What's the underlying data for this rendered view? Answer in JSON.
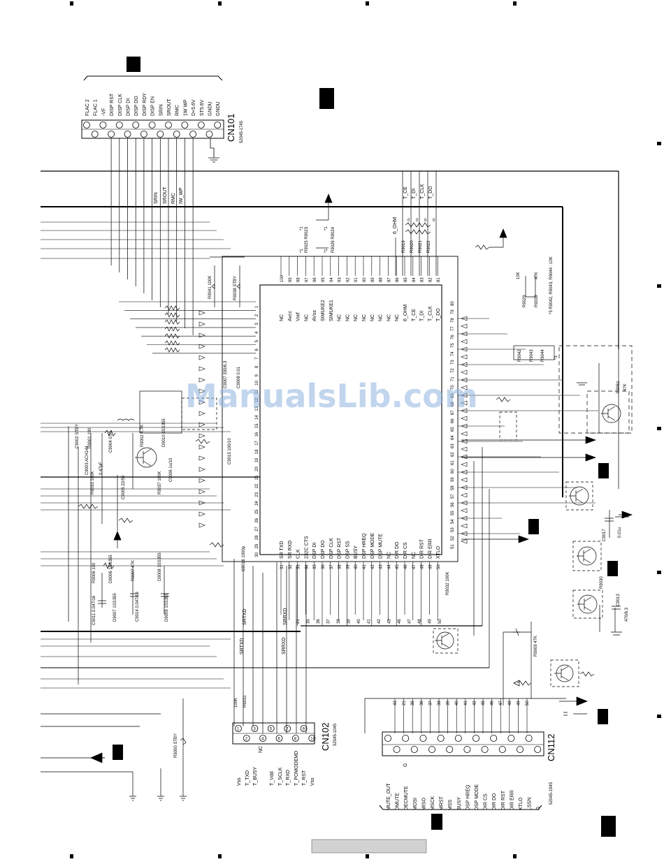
{
  "watermark": "ManualsLib.com",
  "connectors": {
    "cn101": {
      "name": "CN101",
      "part": "52045-1745",
      "pins": [
        "FLAC 2",
        "FLAC 1",
        "-VF",
        "DISP RST",
        "DISP CLK",
        "DISP DI",
        "DISP DO",
        "DISP RDY",
        "DISP EN",
        "SRIN",
        "SROUT",
        "RMC",
        "1W WP",
        "D+5.6V",
        "ST5.6V",
        "GNDU",
        "GNDU"
      ]
    },
    "cn102": {
      "name": "CN102",
      "part": "52045-1045",
      "pins": [
        "Vss",
        "T_TXD",
        "T_BUSY",
        "T_Vdd",
        "T_SCLK",
        "T_RXD",
        "T_POMODEMD",
        "T_RST",
        "Vss"
      ],
      "nc": "NC",
      "resistor": "100K",
      "resistor_ref": "R9031"
    },
    "cn112": {
      "name": "CN112",
      "part": "52045-1945",
      "pins": [
        "MUTE_OUT",
        "DMUTE",
        "DECMUTE",
        "MOSI",
        "MISO",
        "MSCK",
        "MRST",
        "MSS",
        "BUSY",
        "DSP HREQ",
        "DSP MODE",
        "DIR CS",
        "DIR DO",
        "DIR RST",
        "DIR ERR",
        "XTLO",
        "LSSN",
        "G"
      ],
      "g_label": "G",
      "pin_numbers": [
        "43",
        "21",
        "35",
        "36",
        "37",
        "38",
        "39",
        "40",
        "41",
        "42",
        "45",
        "46",
        "47",
        "48",
        "49",
        "50"
      ]
    }
  },
  "ic": {
    "left_labels": [
      "SR TXD",
      "SR RXD",
      "CLK",
      "232C CTS",
      "DSP DI",
      "DSP DO",
      "DSP CLK",
      "DSP RST",
      "DSP SS",
      "BUSY",
      "DSP HREQ",
      "DSP MODE",
      "DSP MUTE",
      "NC",
      "DIR DO",
      "DIR CS",
      "NC",
      "DIR RST",
      "DIR ERR",
      "XTLO"
    ],
    "top_labels": [
      "NC",
      "Avcc",
      "Vref",
      "NC",
      "AVss",
      "SIMUKE2",
      "SIMUKE1",
      "NC",
      "NC",
      "NC",
      "NC",
      "NC",
      "NC",
      "NC",
      "NC",
      "6_OHM",
      "T_CE",
      "T_DI",
      "T_CLK",
      "T_DO"
    ],
    "top_pins": [
      "100",
      "99",
      "98",
      "97",
      "96",
      "95",
      "94",
      "93",
      "92",
      "91",
      "90",
      "89",
      "88",
      "87",
      "86",
      "85",
      "84",
      "83",
      "82",
      "81"
    ],
    "left_pins": [
      "1",
      "2",
      "3",
      "4",
      "5",
      "6",
      "7",
      "8",
      "9",
      "10",
      "11",
      "12",
      "13",
      "14",
      "15",
      "16",
      "17",
      "18",
      "19",
      "20",
      "21",
      "22",
      "23",
      "24",
      "25",
      "26",
      "27",
      "28",
      "29",
      "30"
    ],
    "bottom_pins": [
      "31",
      "32",
      "33",
      "34",
      "35",
      "36",
      "37",
      "38",
      "39",
      "40",
      "41",
      "42",
      "43",
      "44",
      "45",
      "46",
      "47",
      "48",
      "49",
      "50"
    ],
    "right_pins": [
      "80",
      "79",
      "78",
      "77",
      "76",
      "75",
      "74",
      "73",
      "72",
      "71",
      "70",
      "69",
      "68",
      "67",
      "66",
      "65",
      "64",
      "63",
      "62",
      "61",
      "60",
      "59",
      "58",
      "57",
      "56",
      "55",
      "54",
      "53",
      "52",
      "51"
    ]
  },
  "nets": {
    "srin": "SRIN",
    "srout": "SROUT",
    "rmc": "RMC",
    "iw_wp": "IW_WP",
    "srtxd": "SRTXD",
    "srrxd": "SRRXD",
    "six_ohm": "6_OHM",
    "t_ce": "T_CE",
    "t_di": "T_DI",
    "t_clk": "T_CLK",
    "t_do": "T_DO",
    "bus_numbers": [
      "21",
      "35",
      "36",
      "37",
      "38",
      "39",
      "40",
      "41",
      "42",
      "45",
      "46",
      "47",
      "48",
      "49",
      "50"
    ]
  },
  "components": {
    "r9041": "R9041 100K",
    "r9038": "R9038 STBY",
    "r9025": "R9025 R9023",
    "r9026": "R9026 R9024",
    "r9019": "R9019",
    "r9020": "R9020",
    "r9021": "R9021",
    "r9022": "R9022",
    "zero": "0",
    "r9029": "R9029",
    "r9039": "R9039",
    "r9029_val": "10K",
    "r9039_val": "47K",
    "note": "*3 R9042, R9043, R9044 : 10K",
    "star1": "*1",
    "star3": "*3",
    "r9042": "R9042",
    "r9043": "R9043",
    "r9044": "R9044",
    "r9061": "R9061",
    "r9061_val": "47K",
    "c9007": "C9007 330/6.3",
    "c9008": "C9008 0.01",
    "c9002": "C9002 STBY",
    "r9001": "R9001 100",
    "c9004": "C9004 0.01",
    "c9003": "C9003 ACH144",
    "c9003_val": "0.47pF",
    "r9002": "R9002 4.7K",
    "d9010": "D9010 1SS355",
    "c9015": "C9015 100/10",
    "r9033": "R9033 100K",
    "c9005": "C9005 22/50",
    "r9037": "R9037 100K",
    "c9006": "C9006 1u/10",
    "c9016": "C9016 1000p",
    "r9006": "R9006 100",
    "d9006": "D9006 1SS355",
    "r9007": "R9007 47K",
    "d9008": "D9008 1SS355",
    "c9011": "C9011 0.047/16",
    "d9007": "D9007 1SS355",
    "c9014": "C9014 0.047/16",
    "d9009": "D9009 1SS355",
    "r9032": "R9032 100K",
    "r9030": "R9030",
    "c9017": "C9017",
    "c9017_val": "0.01u",
    "c9013": "C9013",
    "c9013_val": "470/6.3",
    "r9009": "R9009 47K",
    "r5000": "R5000 STBY"
  }
}
